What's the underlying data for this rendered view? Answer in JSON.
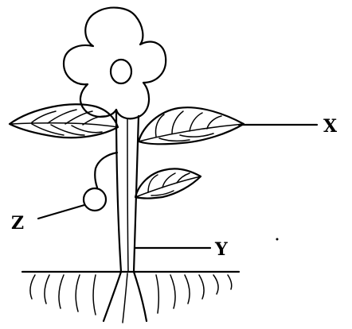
{
  "labels": {
    "x": "X",
    "y": "Y",
    "z": "Z"
  },
  "parts": {
    "flower": "flower-icon",
    "leaf": "leaf-icon",
    "stem": "stem",
    "root": "root",
    "fruit": "fruit-icon"
  },
  "colors": {
    "ink": "#000000",
    "background": "#ffffff"
  }
}
